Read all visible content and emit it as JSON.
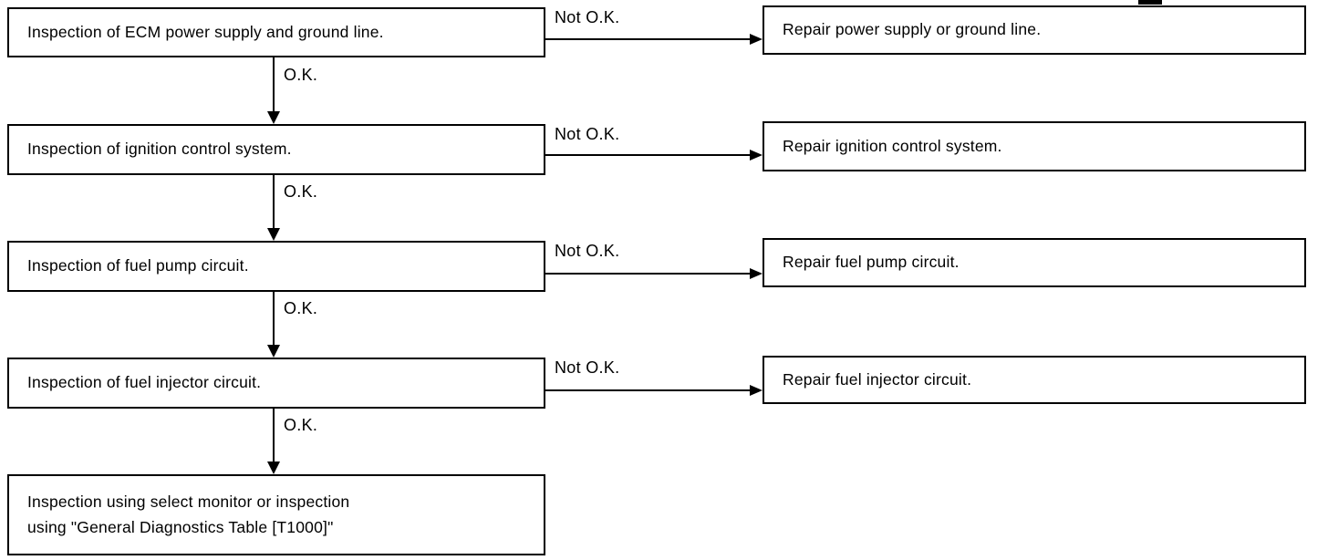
{
  "flowchart": {
    "background_color": "#ffffff",
    "line_color": "#000000",
    "ok_label": "O.K.",
    "not_ok_label": "Not O.K.",
    "steps": [
      {
        "label": "Inspection of ECM power supply and ground line.",
        "fail_action": "Repair power supply or ground line."
      },
      {
        "label": "Inspection of ignition control system.",
        "fail_action": "Repair ignition control system."
      },
      {
        "label": "Inspection of fuel pump circuit.",
        "fail_action": "Repair fuel pump circuit."
      },
      {
        "label": "Inspection of fuel injector circuit.",
        "fail_action": "Repair fuel injector circuit."
      },
      {
        "label": "Inspection using select monitor or inspection\nusing \"General Diagnostics Table [T1000]\""
      }
    ]
  }
}
